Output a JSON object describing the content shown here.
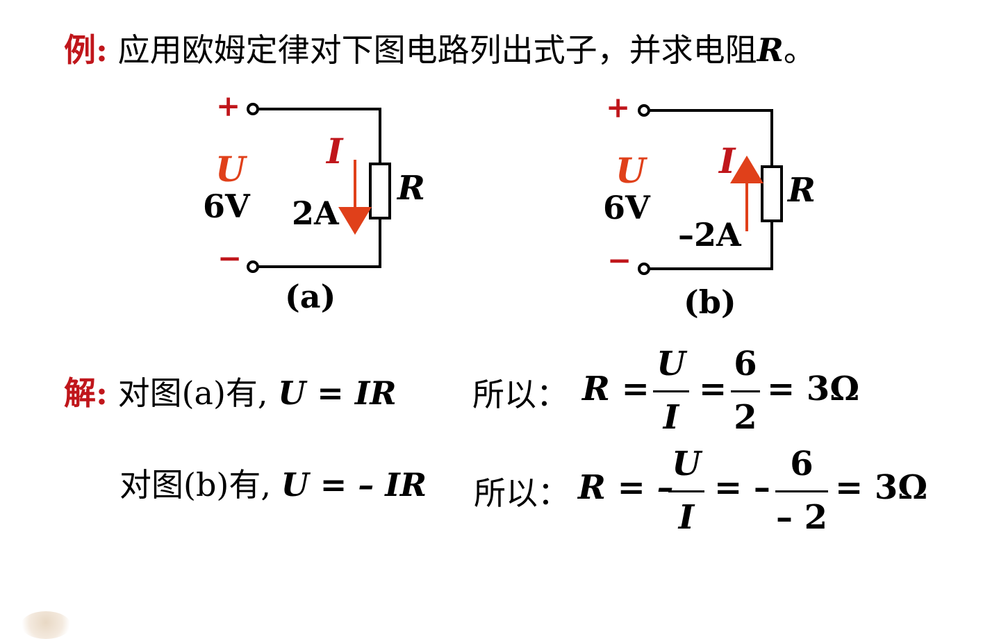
{
  "title": {
    "lead": "例:",
    "text": " 应用欧姆定律对下图电路列出式子，并求电阻",
    "var": "R",
    "end": "。"
  },
  "circuit_a": {
    "plus": "+",
    "minus": "−",
    "voltage_symbol": "U",
    "voltage_value": "6V",
    "current_symbol": "I",
    "current_value": "2A",
    "resistor": "R",
    "caption": "(a)"
  },
  "circuit_b": {
    "plus": "+",
    "minus": "−",
    "voltage_symbol": "U",
    "voltage_value": "6V",
    "current_symbol": "I",
    "current_value": "–2A",
    "resistor": "R",
    "caption": "(b)"
  },
  "solution": {
    "lead": "解:",
    "line1": {
      "prefix": " 对图(a)有, ",
      "equation": "U =  IR",
      "so": "所以：",
      "r_eq": "R =",
      "frac1_num": "U",
      "frac1_den": "I",
      "eq2": "=",
      "frac2_num": "6",
      "frac2_den": "2",
      "result": "= 3Ω"
    },
    "line2": {
      "prefix": "对图(b)有, ",
      "equation": "U = – IR",
      "so": "所以：",
      "r_eq": "R = –",
      "frac1_num": "U",
      "frac1_den": "I",
      "eq2": "= –",
      "frac2_num": "6",
      "frac2_den": "– 2",
      "result": "= 3Ω"
    }
  },
  "colors": {
    "red": "#c0161b",
    "orange": "#e0401a",
    "wire": "#000000"
  }
}
